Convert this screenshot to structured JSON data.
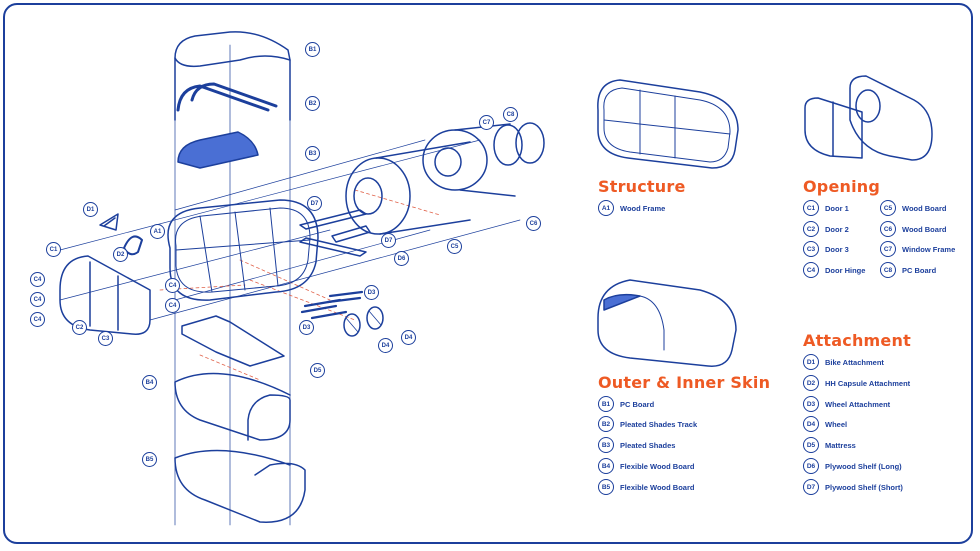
{
  "colors": {
    "line": "#1c3f9c",
    "accent": "#ee5a24",
    "fill": "#4a6fd4",
    "dash": "#e0624a"
  },
  "sections": {
    "structure": {
      "title": "Structure",
      "items": [
        {
          "code": "A1",
          "label": "Wood Frame"
        }
      ]
    },
    "opening": {
      "title": "Opening",
      "items": [
        {
          "code": "C1",
          "label": "Door 1"
        },
        {
          "code": "C2",
          "label": "Door 2"
        },
        {
          "code": "C3",
          "label": "Door 3"
        },
        {
          "code": "C4",
          "label": "Door Hinge"
        },
        {
          "code": "C5",
          "label": "Wood Board"
        },
        {
          "code": "C6",
          "label": "Wood Board"
        },
        {
          "code": "C7",
          "label": "Window Frame"
        },
        {
          "code": "C8",
          "label": "PC Board"
        }
      ]
    },
    "skin": {
      "title": "Outer & Inner Skin",
      "items": [
        {
          "code": "B1",
          "label": "PC Board"
        },
        {
          "code": "B2",
          "label": "Pleated Shades Track"
        },
        {
          "code": "B3",
          "label": "Pleated Shades"
        },
        {
          "code": "B4",
          "label": "Flexible Wood Board"
        },
        {
          "code": "B5",
          "label": "Flexible Wood Board"
        }
      ]
    },
    "attachment": {
      "title": "Attachment",
      "items": [
        {
          "code": "D1",
          "label": "Bike Attachment"
        },
        {
          "code": "D2",
          "label": "HH Capsule Attachment"
        },
        {
          "code": "D3",
          "label": "Wheel Attachment"
        },
        {
          "code": "D4",
          "label": "Wheel"
        },
        {
          "code": "D5",
          "label": "Mattress"
        },
        {
          "code": "D6",
          "label": "Plywood Shelf (Long)"
        },
        {
          "code": "D7",
          "label": "Plywood Shelf (Short)"
        }
      ]
    }
  },
  "callouts": [
    "B1",
    "B2",
    "B3",
    "B4",
    "B5",
    "A1",
    "C1",
    "C2",
    "C3",
    "C4",
    "C4",
    "C4",
    "C4",
    "C4",
    "C5",
    "C6",
    "C7",
    "C8",
    "D1",
    "D2",
    "D3",
    "D3",
    "D4",
    "D4",
    "D5",
    "D6",
    "D7",
    "D7"
  ]
}
